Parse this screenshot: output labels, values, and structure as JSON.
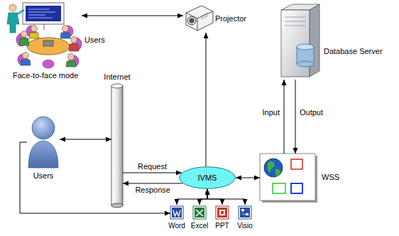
{
  "diagram": {
    "nodes": [
      {
        "text": [
          "Users"
        ]
      },
      {
        "text": [
          "Projector"
        ]
      },
      {
        "text": [
          "Database Server"
        ]
      },
      {
        "text": [
          "Internet"
        ]
      },
      {
        "text": [
          "Users"
        ]
      },
      {
        "text": [
          "IVMS"
        ]
      },
      {
        "text": [
          "WSS"
        ]
      },
      {
        "text": [
          "Word"
        ]
      },
      {
        "text": [
          "Excel"
        ]
      },
      {
        "text": [
          "PPT"
        ]
      },
      {
        "text": [
          "Visio"
        ]
      }
    ],
    "edges": [
      {
        "from": 0,
        "to": 1,
        "arrow": "both"
      },
      {
        "from": 5,
        "to": 1,
        "arrow": "to"
      },
      {
        "from": 4,
        "to": 3,
        "arrow": "both"
      },
      {
        "from": 3,
        "to": 5,
        "label": "Request",
        "arrow": "to"
      },
      {
        "from": 5,
        "to": 3,
        "label": "Response",
        "arrow": "to"
      },
      {
        "from": 5,
        "to": 6,
        "arrow": "both"
      },
      {
        "from": 6,
        "to": 2,
        "label": "Input",
        "arrow": "to"
      },
      {
        "from": 2,
        "to": 6,
        "label": "Output",
        "arrow": "to"
      },
      {
        "from": 5,
        "to": 7,
        "arrow": "both"
      },
      {
        "from": 5,
        "to": 8,
        "arrow": "both"
      },
      {
        "from": 5,
        "to": 9,
        "arrow": "both"
      },
      {
        "from": 5,
        "to": 10,
        "arrow": "both"
      },
      {
        "from": 4,
        "to": 7,
        "arrow": "to"
      }
    ],
    "labels": [
      "Face-to-face mode"
    ]
  }
}
